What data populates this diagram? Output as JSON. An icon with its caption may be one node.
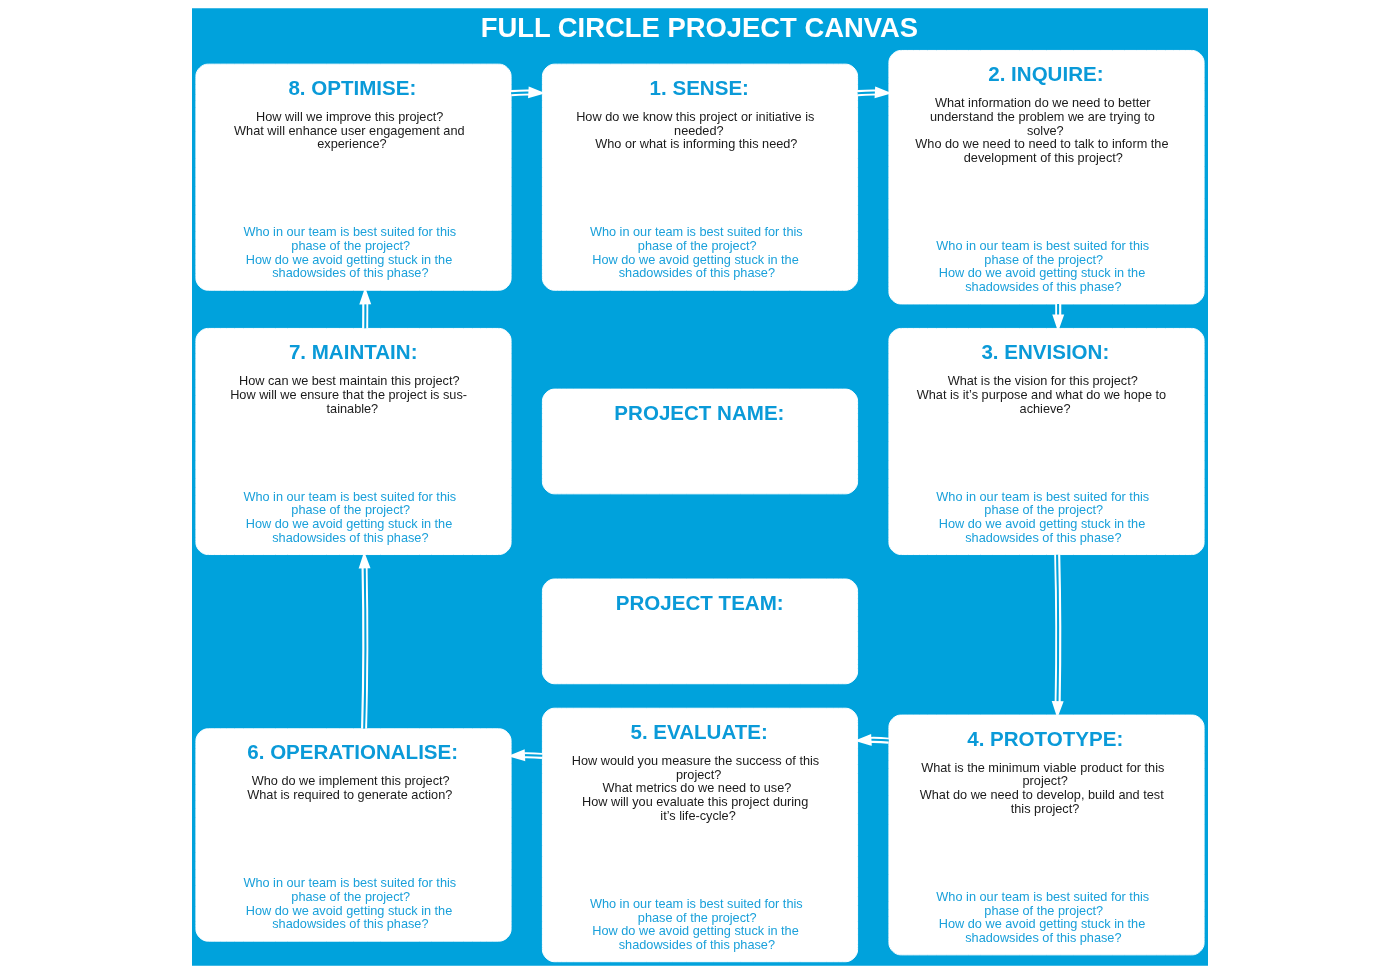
{
  "diagram": {
    "title": "FULL CIRCLE PROJECT CANVAS",
    "nodes": [
      {
        "text": [
          "1. SENSE:",
          "How do we know this project or initiative is needed? Who or what is informing this need?",
          "Who in our team is best suited for this phase of the project? How do we avoid getting stuck in the shadowsides of this phase?"
        ]
      },
      {
        "text": [
          "2. INQUIRE:",
          "What information do we need to better understand the problem we are trying to solve? Who do we need to need to talk to inform the development of this project?",
          "Who in our team is best suited for this phase of the project? How do we avoid getting stuck in the shadowsides of this phase?"
        ]
      },
      {
        "text": [
          "3. ENVISION:",
          "What is the vision for this project? What is it’s purpose and what do we hope to achieve?",
          "Who in our team is best suited for this phase of the project? How do we avoid getting stuck in the shadowsides of this phase?"
        ]
      },
      {
        "text": [
          "4. PROTOTYPE:",
          "What is the minimum viable product for this project? What do we need to develop, build and test this project?",
          "Who in our team is best suited for this phase of the project? How do we avoid getting stuck in the shadowsides of this phase?"
        ]
      },
      {
        "text": [
          "5. EVALUATE:",
          "How would you measure the success of this project? What metrics do we need to use? How will you evaluate this project during it’s life-cycle?",
          "Who in our team is best suited for this phase of the project? How do we avoid getting stuck in the shadowsides of this phase?"
        ]
      },
      {
        "text": [
          "6. OPERATIONALISE:",
          "Who do we implement this project? What is required to generate action?",
          "Who in our team is best suited for this phase of the project? How do we avoid getting stuck in the shadowsides of this phase?"
        ]
      },
      {
        "text": [
          "7. MAINTAIN:",
          "How can we best maintain this project? How will we ensure that the project is sus- tainable?",
          "Who in our team is best suited for this phase of the project? How do we avoid getting stuck in the shadowsides of this phase?"
        ]
      },
      {
        "text": [
          "8. OPTIMISE:",
          "How will we improve this project? What will enhance user engagement and experience?",
          "Who in our team is best suited for this phase of the project? How do we avoid getting stuck in the shadowsides of this phase?"
        ]
      },
      {
        "text": [
          "PROJECT NAME:"
        ]
      },
      {
        "text": [
          "PROJECT TEAM:"
        ]
      }
    ],
    "edges": [
      {
        "from": 0,
        "to": 1,
        "arrow": "to"
      },
      {
        "from": 1,
        "to": 2,
        "arrow": "to"
      },
      {
        "from": 2,
        "to": 3,
        "arrow": "to"
      },
      {
        "from": 3,
        "to": 4,
        "arrow": "to"
      },
      {
        "from": 4,
        "to": 5,
        "arrow": "to"
      },
      {
        "from": 5,
        "to": 6,
        "arrow": "to"
      },
      {
        "from": 6,
        "to": 7,
        "arrow": "to"
      },
      {
        "from": 7,
        "to": 0,
        "arrow": "to"
      }
    ]
  }
}
